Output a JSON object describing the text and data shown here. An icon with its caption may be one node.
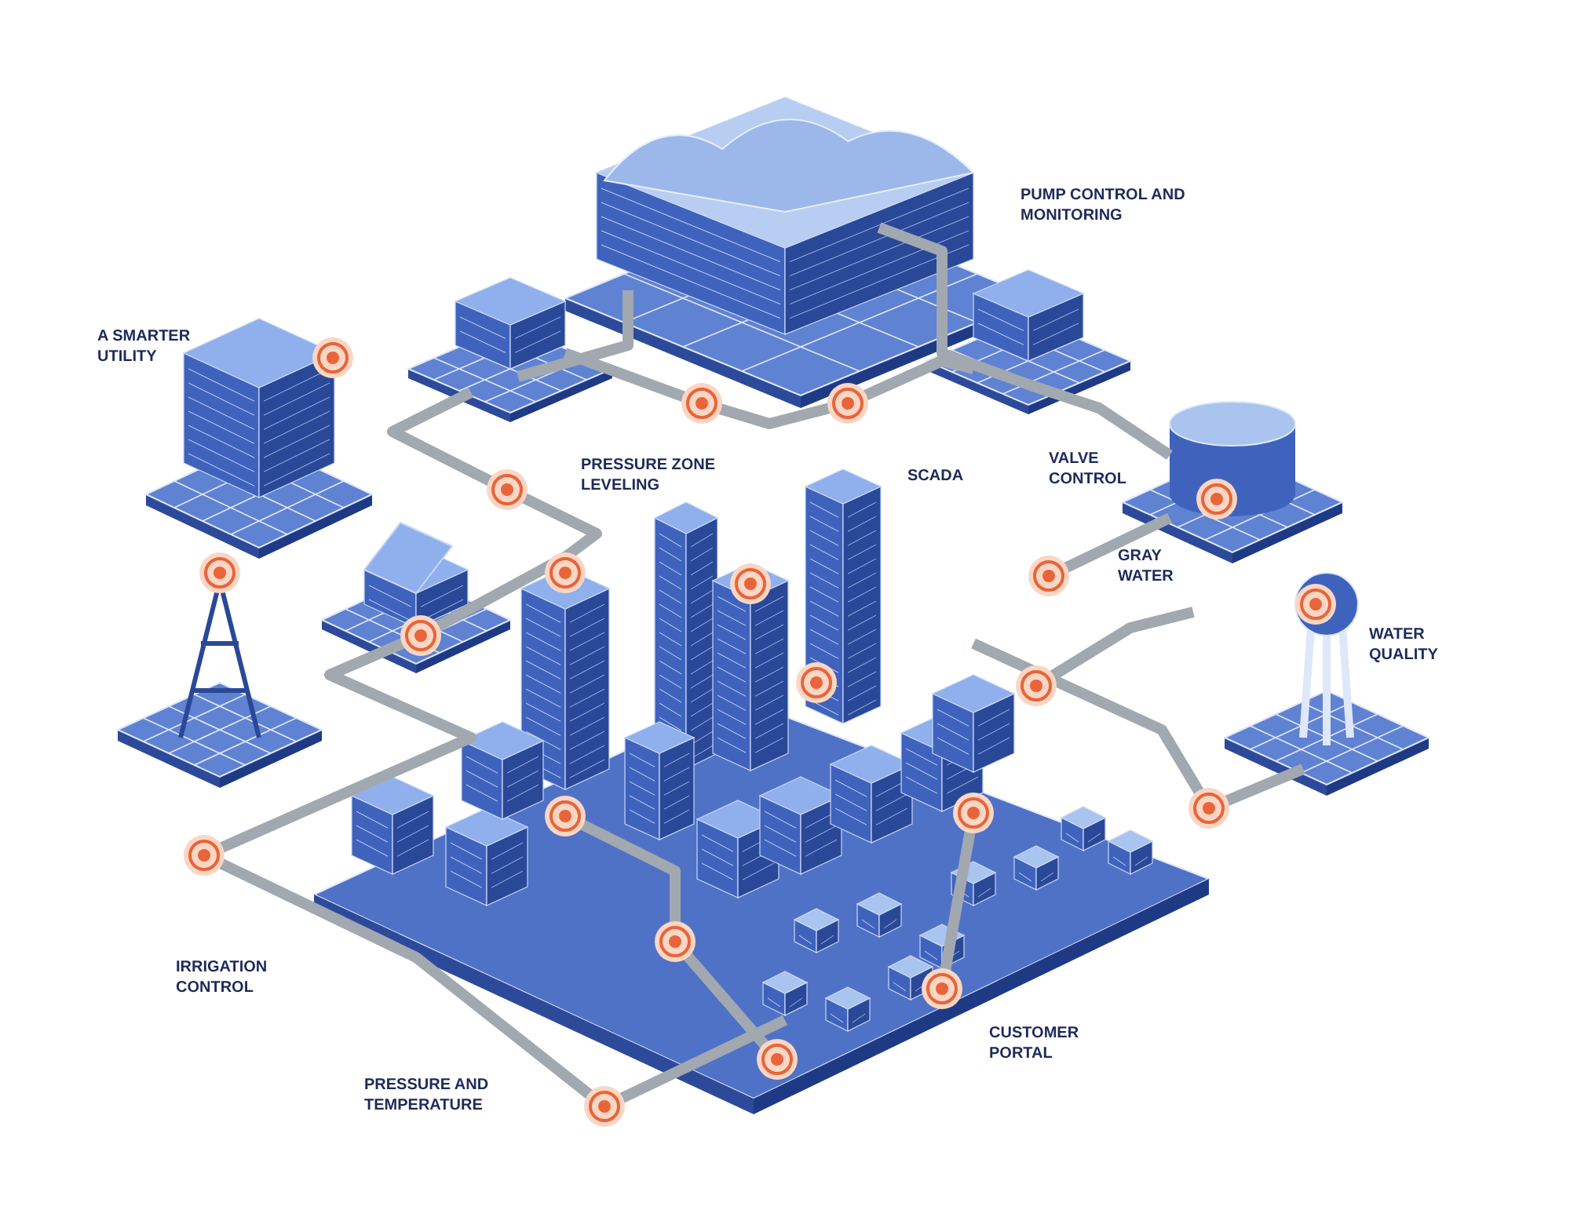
{
  "diagram": {
    "labels": [
      "PUMP CONTROL AND MONITORING",
      "A SMARTER UTILITY",
      "PRESSURE ZONE LEVELING",
      "SCADA",
      "VALVE CONTROL",
      "GRAY WATER",
      "WATER QUALITY",
      "IRRIGATION CONTROL",
      "CUSTOMER PORTAL",
      "PRESSURE AND TEMPERATURE"
    ]
  }
}
